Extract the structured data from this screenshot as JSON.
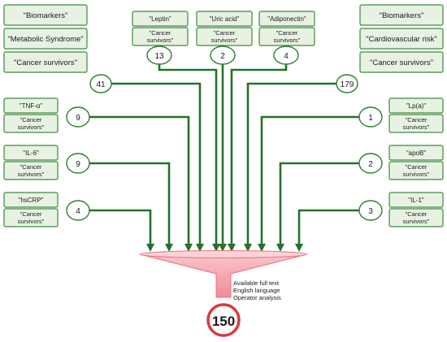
{
  "left_group": {
    "terms": [
      "\"Biomarkers\"",
      "\"Metabolic Syndrome\"",
      "\"Cancer survivors\""
    ],
    "count": "41"
  },
  "right_group": {
    "terms": [
      "\"Biomarkers\"",
      "\"Cardiovascular risk\"",
      "\"Cancer survivors\""
    ],
    "count": "179"
  },
  "top_queries": [
    {
      "term": "\"Leptin\"",
      "population": "\"Cancer survivors\"",
      "count": "13"
    },
    {
      "term": "\"Uric acid\"",
      "population": "\"Cancer survivors\"",
      "count": "2"
    },
    {
      "term": "\"Adiponectin\"",
      "population": "\"Cancer survivors\"",
      "count": "4"
    }
  ],
  "left_queries": [
    {
      "term": "\"TNF-α\"",
      "population": "\"Cancer survivors\"",
      "count": "9"
    },
    {
      "term": "\"IL-6\"",
      "population": "\"Cancer survivors\"",
      "count": "9"
    },
    {
      "term": "\"hsCRP\"",
      "population": "\"Cancer survivors\"",
      "count": "4"
    }
  ],
  "right_queries": [
    {
      "term": "\"Lp(a)\"",
      "population": "\"Cancer survivors\"",
      "count": "1"
    },
    {
      "term": "\"apoB\"",
      "population": "\"Cancer survivors\"",
      "count": "2"
    },
    {
      "term": "\"IL-1\"",
      "population": "\"Cancer survivors\"",
      "count": "3"
    }
  ],
  "filters": [
    "Available full text",
    "English language",
    "Operator analysis"
  ],
  "total": "150",
  "colors": {
    "box_fill": "#e7f2e3",
    "box_stroke": "#3e8a3e",
    "arrow": "#24722a",
    "funnel": "#f4a3ab",
    "total_ring": "#d93a3a"
  }
}
